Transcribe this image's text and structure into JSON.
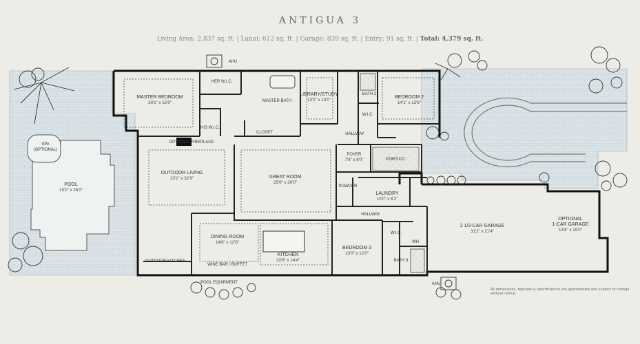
{
  "header": {
    "title": "ANTIGUA 3",
    "stats": "Living Area: 2,837 sq. ft.  |  Lanai: 612 sq. ft.  |  Garage: 839 sq. ft.  |  Entry: 91 sq. ft.  |",
    "total": "Total: 4,379 sq. ft."
  },
  "rooms": {
    "master_bedroom": {
      "name": "MASTER BEDROOM",
      "dim": "20'1\" x 15'0\""
    },
    "her_wic": {
      "name": "HER W.I.C."
    },
    "master_bath": {
      "name": "MASTER BATH"
    },
    "library": {
      "name": "LIBRARY/STUDY",
      "dim": "13'0\" x 13'0\""
    },
    "bath2": {
      "name": "BATH 2"
    },
    "bedroom2": {
      "name": "BEDROOM 2",
      "dim": "14'1\" x 12'6\""
    },
    "wic_b2": {
      "name": "W.I.C."
    },
    "his_wic": {
      "name": "HIS W.I.C."
    },
    "closet": {
      "name": "CLOSET"
    },
    "hallway_top": {
      "name": "HALLWAY"
    },
    "spa": {
      "name": "SPA",
      "note": "(OPTIONAL)"
    },
    "optional_fireplace": {
      "name": "OPTIONAL FIREPLACE"
    },
    "outdoor_living": {
      "name": "OUTDOOR LIVING",
      "dim": "23'1\" x 32'9\""
    },
    "great_room": {
      "name": "GREAT ROOM",
      "dim": "25'0\" x 20'0\""
    },
    "foyer": {
      "name": "FOYER",
      "dim": "7'8\" x 8'0\""
    },
    "portico": {
      "name": "PORTICO"
    },
    "pool": {
      "name": "POOL",
      "dim": "19'0\" x 26'0\""
    },
    "powder": {
      "name": "POWDER"
    },
    "laundry": {
      "name": "LAUNDRY",
      "dim": "10'0\" x 6'2\""
    },
    "hallway_mid": {
      "name": "HALLWAY"
    },
    "garage": {
      "name": "2 1/2-CAR GARAGE",
      "dim": "31'2\" x 21'4\""
    },
    "optional_garage": {
      "name": "OPTIONAL 1-CAR GARAGE",
      "line1": "OPTIONAL",
      "line2": "1-CAR GARAGE",
      "dim": "13'8\" x 19'0\""
    },
    "dining": {
      "name": "DINING ROOM",
      "dim": "14'8\" x 12'8\""
    },
    "kitchen": {
      "name": "KITCHEN",
      "dim": "20'8\" x 14'4\""
    },
    "bedroom3": {
      "name": "BEDROOM 3",
      "dim": "13'0\" x 12'0\""
    },
    "wic_b3": {
      "name": "W.I.C."
    },
    "bath3": {
      "name": "BATH 3"
    },
    "outdoor_kitchen": {
      "name": "OUTDOOR KITCHEN"
    },
    "wine_bar": {
      "name": "WINE BAR / BUFFET"
    },
    "pool_equipment": {
      "name": "POOL EQUIPMENT"
    },
    "ahu_top": {
      "name": "AHU"
    },
    "ahu_bottom": {
      "name": "AHU"
    },
    "wh": {
      "name": "WH"
    }
  },
  "disclaimer": "All dimensions, features & specifications are approximate and subject to change without notice.",
  "colors": {
    "background": "#eeece6",
    "wall": "#111111",
    "pool_deck": "#d9e3e6"
  }
}
